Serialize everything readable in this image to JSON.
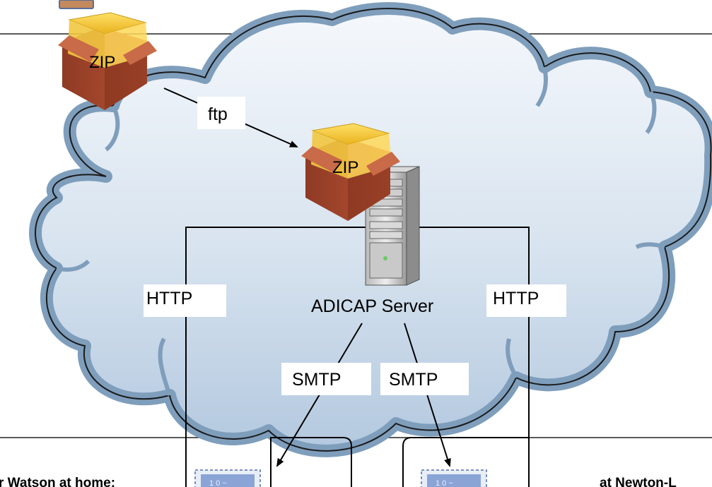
{
  "labels": {
    "ftp": "ftp",
    "http_left": "HTTP",
    "http_right": "HTTP",
    "server": "ADICAP Server",
    "smtp_left": "SMTP",
    "smtp_right": "SMTP",
    "zip_top": "ZIP",
    "zip_server": "ZIP",
    "bottom_left": "r Watson at home:",
    "bottom_right": "at Newton-L"
  },
  "colors": {
    "cloud_fill_top": "#f4f7fb",
    "cloud_fill_bottom": "#b9cde3",
    "cloud_outline": "#7f9ebc",
    "box_lid": "#f2c233",
    "box_body": "#a4442c"
  },
  "icons": [
    "zip-package-icon",
    "server-tower-icon",
    "mail-stamp-icon"
  ]
}
